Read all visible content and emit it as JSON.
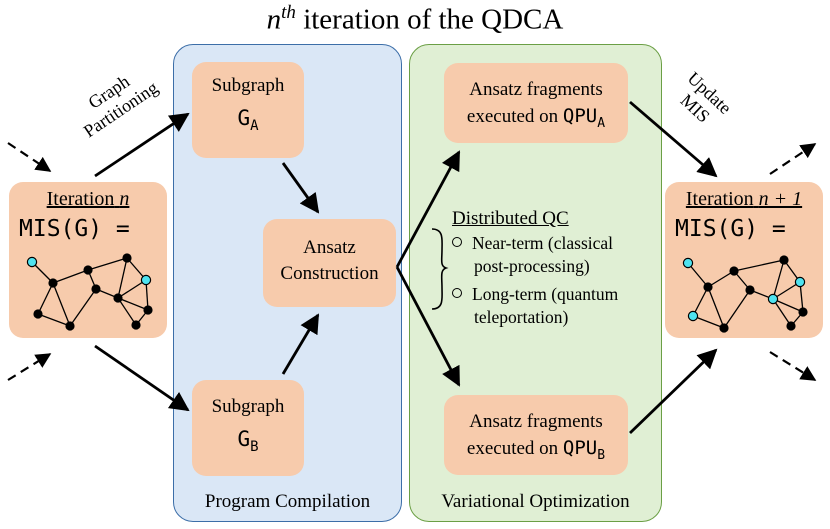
{
  "title": {
    "prefix": "n",
    "superscript": "th",
    "suffix": " iteration of the QDCA"
  },
  "panels": {
    "compile_label": "Program Compilation",
    "optimization_label": "Variational Optimization"
  },
  "iteration_in": {
    "heading": "Iteration n",
    "heading_word": "Iteration",
    "heading_var": "n",
    "mis_label": "MIS(G) ="
  },
  "iteration_out": {
    "heading": "Iteration n + 1",
    "heading_word": "Iteration",
    "heading_var": "n + 1",
    "mis_label": "MIS(G) ="
  },
  "subgraph_a": {
    "line1": "Subgraph",
    "line2_base": "G",
    "line2_sub": "A"
  },
  "subgraph_b": {
    "line1": "Subgraph",
    "line2_base": "G",
    "line2_sub": "B"
  },
  "ansatz": {
    "line1": "Ansatz",
    "line2": "Construction"
  },
  "fragment_a": {
    "line1": "Ansatz fragments",
    "line2_pre": "executed on ",
    "line2_base": "QPU",
    "line2_sub": "A"
  },
  "fragment_b": {
    "line1": "Ansatz fragments",
    "line2_pre": "executed on ",
    "line2_base": "QPU",
    "line2_sub": "B"
  },
  "distributed": {
    "title": "Distributed QC",
    "items": [
      {
        "line1": "Near-term (classical",
        "line2": "post-processing)"
      },
      {
        "line1": "Long-term (quantum",
        "line2": "teleportation)"
      }
    ]
  },
  "edge_labels": {
    "partitioning_line1": "Graph",
    "partitioning_line2": "Partitioning",
    "update_line1": "Update",
    "update_line2": "MIS"
  },
  "colors": {
    "box_fill": "#f7cbac",
    "compile_panel": "#dae7f6",
    "optimization_panel": "#e0efd4",
    "mis_node": "#4fe3f0",
    "node": "#000000"
  }
}
